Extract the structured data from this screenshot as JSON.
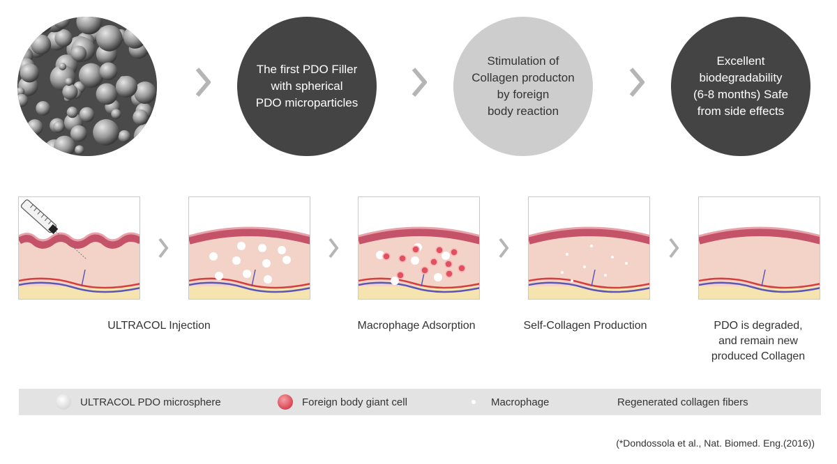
{
  "top_row": {
    "circles": [
      {
        "kind": "photo",
        "text": ""
      },
      {
        "kind": "dark",
        "text": "The first PDO Filler\nwith spherical\nPDO microparticles"
      },
      {
        "kind": "light",
        "text": "Stimulation of\nCollagen producton\nby foreign\nbody reaction"
      },
      {
        "kind": "dark",
        "text": "Excellent\nbiodegradability\n(6-8 months) Safe\nfrom side effects"
      }
    ]
  },
  "steps": [
    {
      "label": "ULTRACOL Injection"
    },
    {
      "label": ""
    },
    {
      "label": "Macrophage Adsorption"
    },
    {
      "label": "Self-Collagen Production"
    },
    {
      "label": "PDO is degraded,\nand remain new\nproduced Collagen"
    }
  ],
  "legend": {
    "items": [
      {
        "label": "ULTRACOL PDO microsphere",
        "icon": "white-sphere-icon"
      },
      {
        "label": "Foreign body giant cell",
        "icon": "red-cell-icon"
      },
      {
        "label": "Macrophage",
        "icon": "small-white-dot-icon"
      },
      {
        "label": "Regenerated collagen fibers",
        "icon": ""
      }
    ]
  },
  "citation": "(*Dondossola et al., Nat. Biomed. Eng.(2016))",
  "colors": {
    "dark_circle": "#444444",
    "light_circle": "#cdcdcd",
    "chevron": "#b5b5b5",
    "skin_top": "#c4536a",
    "skin_base": "#f3d3c8",
    "giant_cell": "#e0505e",
    "legend_bg": "#e3e3e3"
  }
}
